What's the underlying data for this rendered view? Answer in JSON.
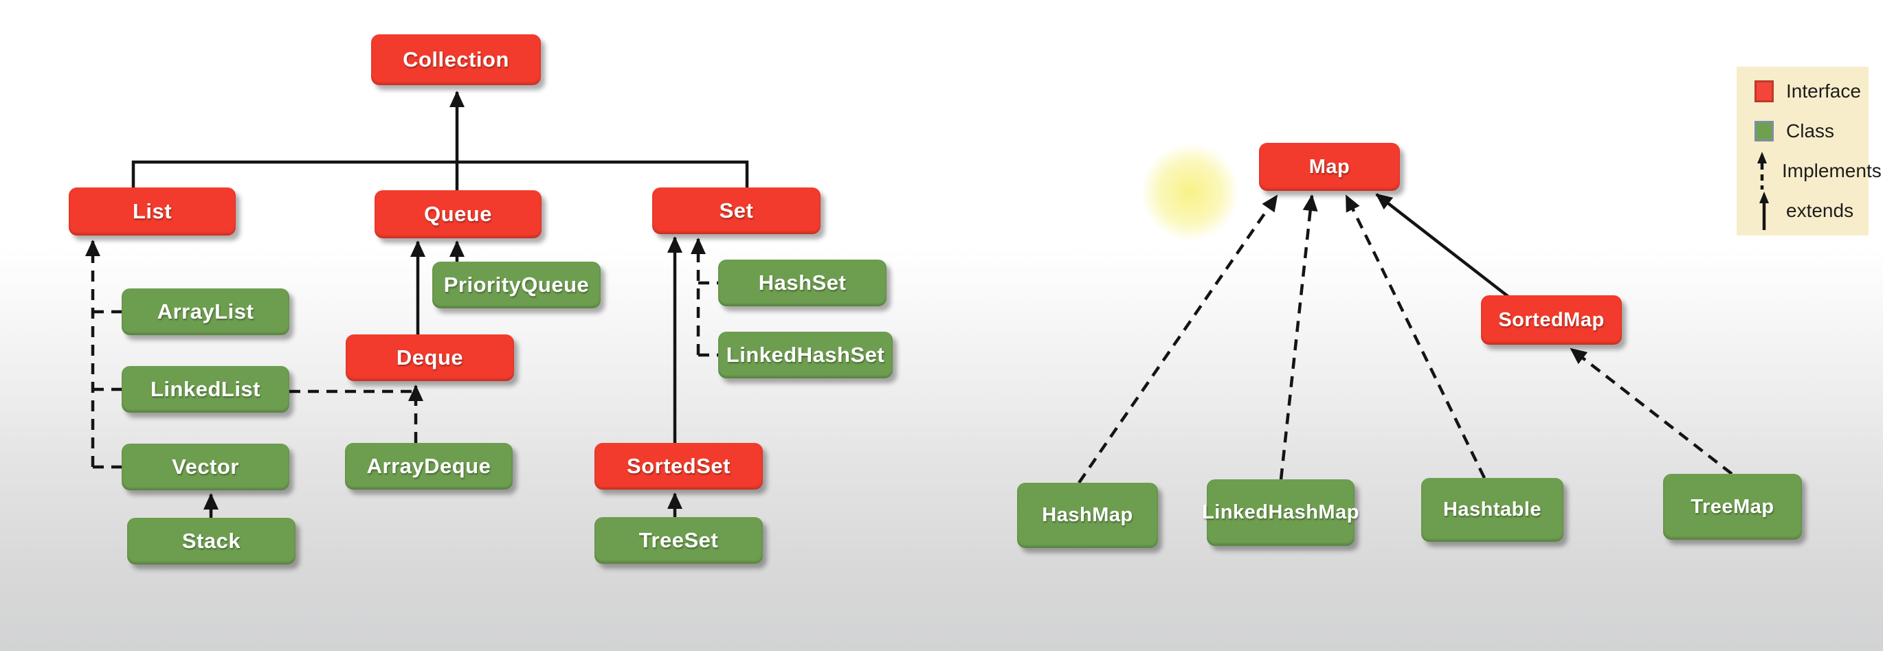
{
  "diagram": {
    "left_root": "Collection",
    "right_root": "Map"
  },
  "colors": {
    "interface_fill": "#f23b2c",
    "class_fill": "#6d9e4f",
    "legend_bg": "#f8edca",
    "legend_swatch_interface": "#f4453a",
    "legend_swatch_interface_border": "#c0392b",
    "legend_swatch_class": "#6fa04e",
    "legend_swatch_class_border": "#7b8fa3",
    "connector": "#141414"
  },
  "nodes": {
    "collection": {
      "label": "Collection",
      "kind": "interface"
    },
    "list": {
      "label": "List",
      "kind": "interface"
    },
    "queue": {
      "label": "Queue",
      "kind": "interface"
    },
    "set": {
      "label": "Set",
      "kind": "interface"
    },
    "arraylist": {
      "label": "ArrayList",
      "kind": "class"
    },
    "linkedlist": {
      "label": "LinkedList",
      "kind": "class"
    },
    "vector": {
      "label": "Vector",
      "kind": "class"
    },
    "stack": {
      "label": "Stack",
      "kind": "class"
    },
    "priorityqueue": {
      "label": "PriorityQueue",
      "kind": "class"
    },
    "deque": {
      "label": "Deque",
      "kind": "interface"
    },
    "arraydeque": {
      "label": "ArrayDeque",
      "kind": "class"
    },
    "hashset": {
      "label": "HashSet",
      "kind": "class"
    },
    "linkedhashset": {
      "label": "LinkedHashSet",
      "kind": "class"
    },
    "sortedset": {
      "label": "SortedSet",
      "kind": "interface"
    },
    "treeset": {
      "label": "TreeSet",
      "kind": "class"
    },
    "map": {
      "label": "Map",
      "kind": "interface"
    },
    "sortedmap": {
      "label": "SortedMap",
      "kind": "interface"
    },
    "hashmap": {
      "label": "HashMap",
      "kind": "class"
    },
    "linkedhashmap": {
      "label": "LinkedHashMap",
      "kind": "class"
    },
    "hashtable": {
      "label": "Hashtable",
      "kind": "class"
    },
    "treemap": {
      "label": "TreeMap",
      "kind": "class"
    }
  },
  "edges": [
    {
      "from": "List",
      "to": "Collection",
      "type": "extends"
    },
    {
      "from": "Queue",
      "to": "Collection",
      "type": "extends"
    },
    {
      "from": "Set",
      "to": "Collection",
      "type": "extends"
    },
    {
      "from": "ArrayList",
      "to": "List",
      "type": "implements"
    },
    {
      "from": "LinkedList",
      "to": "List",
      "type": "implements"
    },
    {
      "from": "Vector",
      "to": "List",
      "type": "implements"
    },
    {
      "from": "Stack",
      "to": "Vector",
      "type": "extends"
    },
    {
      "from": "PriorityQueue",
      "to": "Queue",
      "type": "implements"
    },
    {
      "from": "Deque",
      "to": "Queue",
      "type": "extends"
    },
    {
      "from": "ArrayDeque",
      "to": "Deque",
      "type": "implements"
    },
    {
      "from": "LinkedList",
      "to": "Deque",
      "type": "implements"
    },
    {
      "from": "HashSet",
      "to": "Set",
      "type": "implements"
    },
    {
      "from": "LinkedHashSet",
      "to": "Set",
      "type": "implements"
    },
    {
      "from": "SortedSet",
      "to": "Set",
      "type": "extends"
    },
    {
      "from": "TreeSet",
      "to": "SortedSet",
      "type": "implements"
    },
    {
      "from": "HashMap",
      "to": "Map",
      "type": "implements"
    },
    {
      "from": "LinkedHashMap",
      "to": "Map",
      "type": "implements"
    },
    {
      "from": "Hashtable",
      "to": "Map",
      "type": "implements"
    },
    {
      "from": "SortedMap",
      "to": "Map",
      "type": "extends"
    },
    {
      "from": "TreeMap",
      "to": "SortedMap",
      "type": "implements"
    }
  ],
  "legend": {
    "interface_label": "Interface",
    "class_label": "Class",
    "implements_label": "Implements",
    "extends_label": "extends"
  }
}
